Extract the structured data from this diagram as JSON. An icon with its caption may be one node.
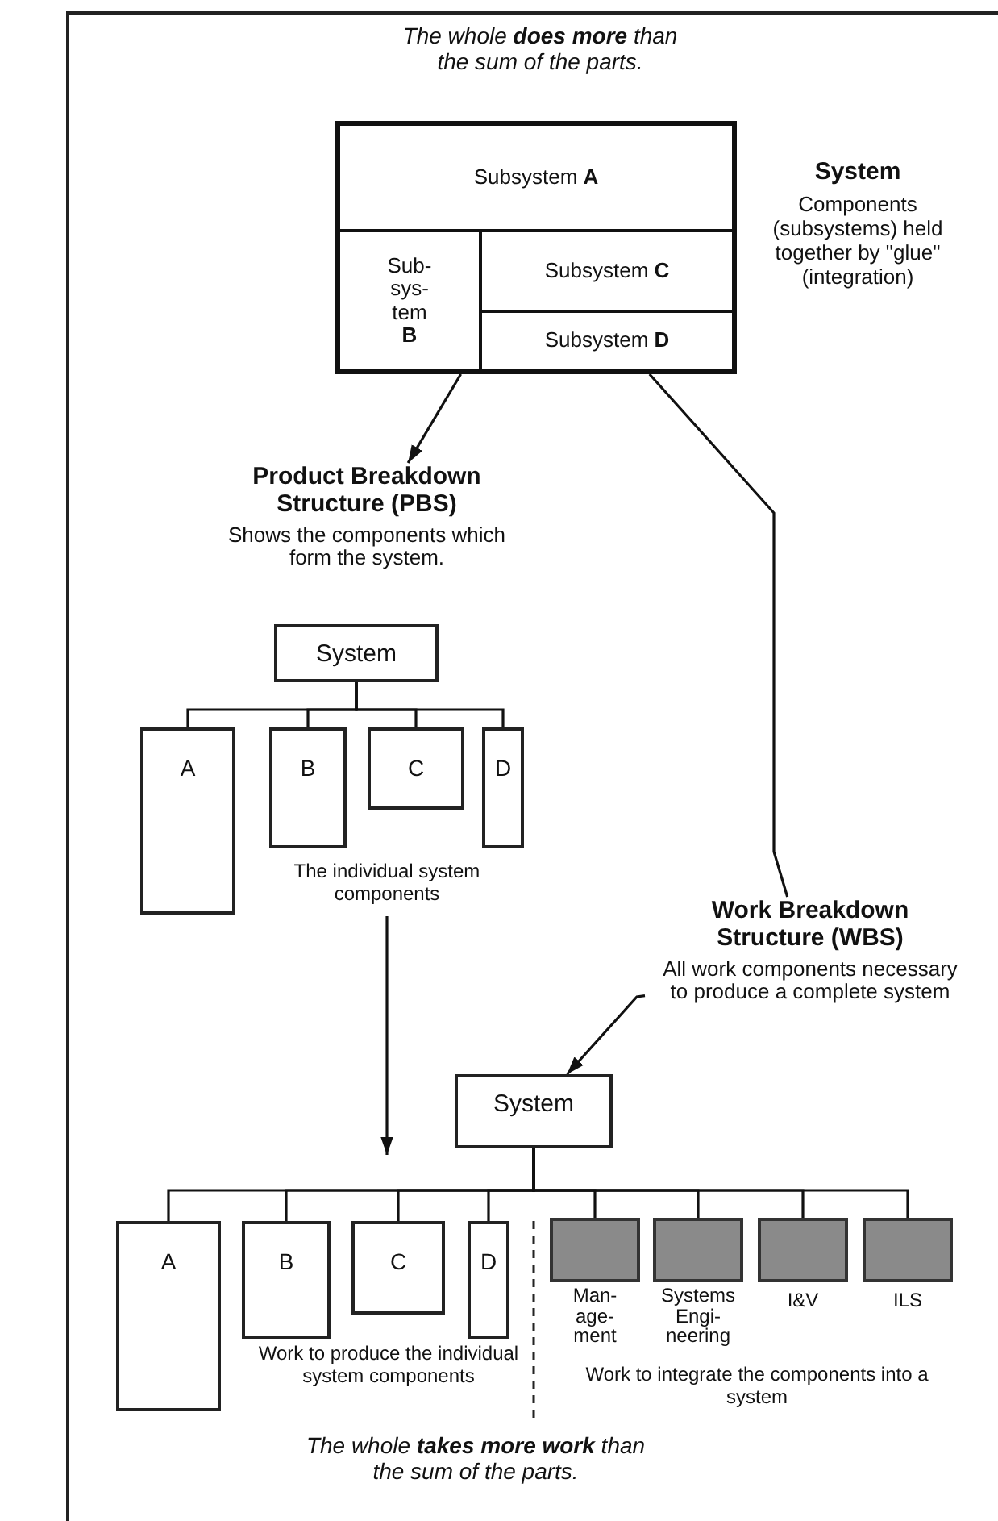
{
  "diagram": {
    "nodes": [
      {
        "text": [],
        "shape": "box"
      },
      {
        "text": [
          "Subsystem **A**"
        ],
        "in": 0
      },
      {
        "text": [
          "Sub- sys- tem **B**"
        ],
        "in": 0
      },
      {
        "text": [
          "Subsystem **C**"
        ],
        "in": 0
      },
      {
        "text": [
          "Subsystem **D**"
        ],
        "in": 0
      },
      {
        "text": [
          "Product Breakdown Structure (PBS)",
          "Shows the components which form the system."
        ]
      },
      {
        "text": [
          "System"
        ]
      },
      {
        "text": [
          "A"
        ]
      },
      {
        "text": [
          "B"
        ]
      },
      {
        "text": [
          "C"
        ]
      },
      {
        "text": [
          "D"
        ]
      },
      {
        "text": [
          "The individual system components"
        ]
      },
      {
        "text": [
          "Work Breakdown Structure (WBS)",
          "All work components necessary to produce a complete system"
        ]
      },
      {
        "text": [
          "System"
        ]
      },
      {
        "text": [
          "A"
        ]
      },
      {
        "text": [
          "B"
        ]
      },
      {
        "text": [
          "C"
        ]
      },
      {
        "text": [
          "D"
        ]
      },
      {
        "text": [
          "Man- age- ment"
        ]
      },
      {
        "text": [
          "Systems Engi- neering"
        ]
      },
      {
        "text": [
          "I&V"
        ]
      },
      {
        "text": [
          "ILS"
        ]
      }
    ],
    "edges": [
      {
        "from": 0,
        "to": 5,
        "arrow": "to"
      },
      {
        "from": 0,
        "to": 12,
        "arrow": "none"
      },
      {
        "from": 6,
        "to": 7,
        "arrow": "none"
      },
      {
        "from": 6,
        "to": 8,
        "arrow": "none"
      },
      {
        "from": 6,
        "to": 9,
        "arrow": "none"
      },
      {
        "from": 6,
        "to": 10,
        "arrow": "none"
      },
      {
        "from": 11,
        "to": null,
        "arrow": "to"
      },
      {
        "from": 12,
        "to": 13,
        "arrow": "to"
      },
      {
        "from": 13,
        "to": 14,
        "arrow": "none"
      },
      {
        "from": 13,
        "to": 15,
        "arrow": "none"
      },
      {
        "from": 13,
        "to": 16,
        "arrow": "none"
      },
      {
        "from": 13,
        "to": 17,
        "arrow": "none"
      },
      {
        "from": 13,
        "to": 18,
        "arrow": "none"
      },
      {
        "from": 13,
        "to": 19,
        "arrow": "none"
      },
      {
        "from": 13,
        "to": 20,
        "arrow": "none"
      },
      {
        "from": 13,
        "to": 21,
        "arrow": "none"
      }
    ],
    "labels": [
      "The whole **does more** than the sum of the parts.",
      "System",
      "Components (subsystems) held together by \"glue\" (integration)",
      "Work to produce the individual system components",
      "Work to integrate the components into a system",
      "The whole **takes more work** than the sum of the parts."
    ]
  }
}
